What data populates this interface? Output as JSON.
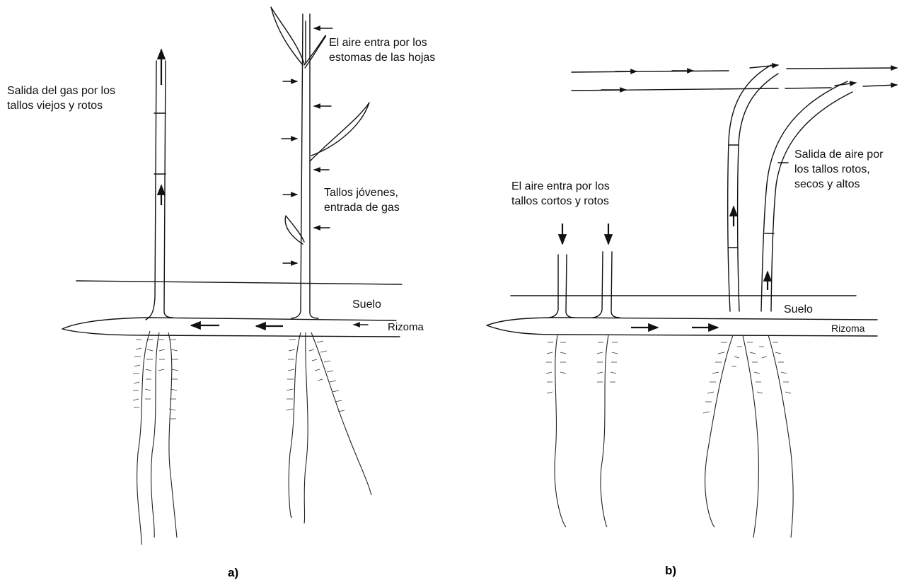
{
  "panel_a": {
    "letter": "a)",
    "labels": {
      "outflow_old_stems": "Salida del gas por los\ntallos viejos y rotos",
      "inflow_leaf_stomata": "El aire entra por los\nestomas de las hojas",
      "young_stems_inflow": "Tallos jóvenes,\nentrada de gas",
      "soil": "Suelo",
      "rhizome": "Rizoma"
    }
  },
  "panel_b": {
    "letter": "b)",
    "labels": {
      "inflow_short_stems": "El aire entra por los\ntallos cortos y rotos",
      "outflow_tall_stems": "Salida de aire por\nlos tallos rotos,\nsecos y altos",
      "soil": "Suelo",
      "rhizome": "Rizoma"
    }
  },
  "colors": {
    "ink": "#111111",
    "background": "#ffffff"
  }
}
